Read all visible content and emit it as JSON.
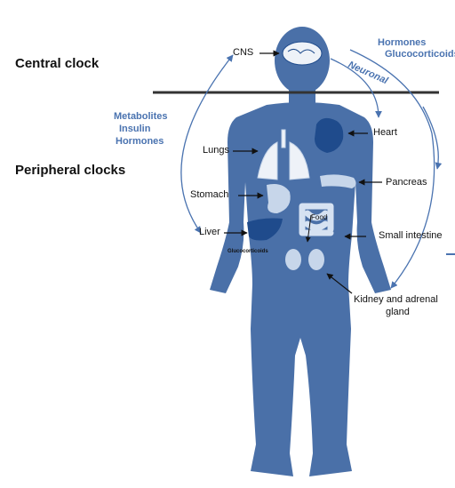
{
  "titles": {
    "central": "Central clock",
    "peripheral": "Peripheral clocks"
  },
  "signals": {
    "top_right": [
      "Hormones",
      "Glucocorticoids"
    ],
    "left": [
      "Metabolites",
      "Insulin",
      "Hormones"
    ],
    "neuronal": "Neuronal",
    "food": "Food",
    "glucocorticoids_small": "Glucocorticoids"
  },
  "organs": {
    "cns": "CNS",
    "heart": "Heart",
    "lungs": "Lungs",
    "pancreas": "Pancreas",
    "stomach": "Stomach",
    "liver": "Liver",
    "small_intestine": "Small intestine",
    "kidney_line1": "Kidney and adrenal",
    "kidney_line2": "gland"
  },
  "colors": {
    "body": "#4a70a8",
    "organ_dark": "#1f4b8c",
    "organ_light": "#c7d6ea",
    "text_blue": "#4a73b0"
  }
}
